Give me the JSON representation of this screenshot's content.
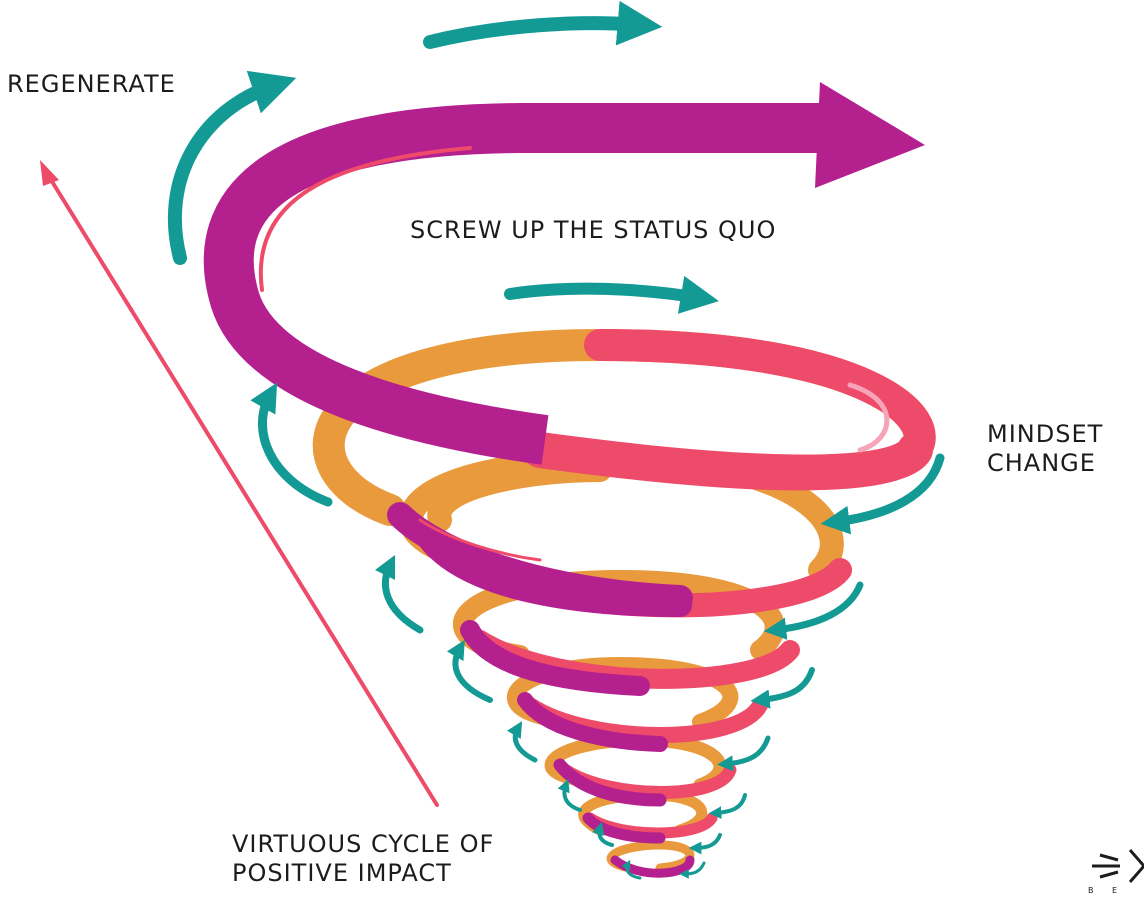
{
  "labels": {
    "regenerate": "REGENERATE",
    "screw_up": "SCREW UP THE STATUS QUO",
    "mindset_line1": "MINDSET",
    "mindset_line2": "CHANGE",
    "virtuous_line1": "VIRTUOUS CYCLE OF",
    "virtuous_line2": "POSITIVE IMPACT"
  },
  "colors": {
    "magenta": "#b5208f",
    "pink": "#ee4a6a",
    "orange": "#e99a3c",
    "teal": "#149a94",
    "highlight": "#f7a3b8"
  },
  "logo": {
    "name": "partial-brand-logo",
    "letters": "B E"
  }
}
